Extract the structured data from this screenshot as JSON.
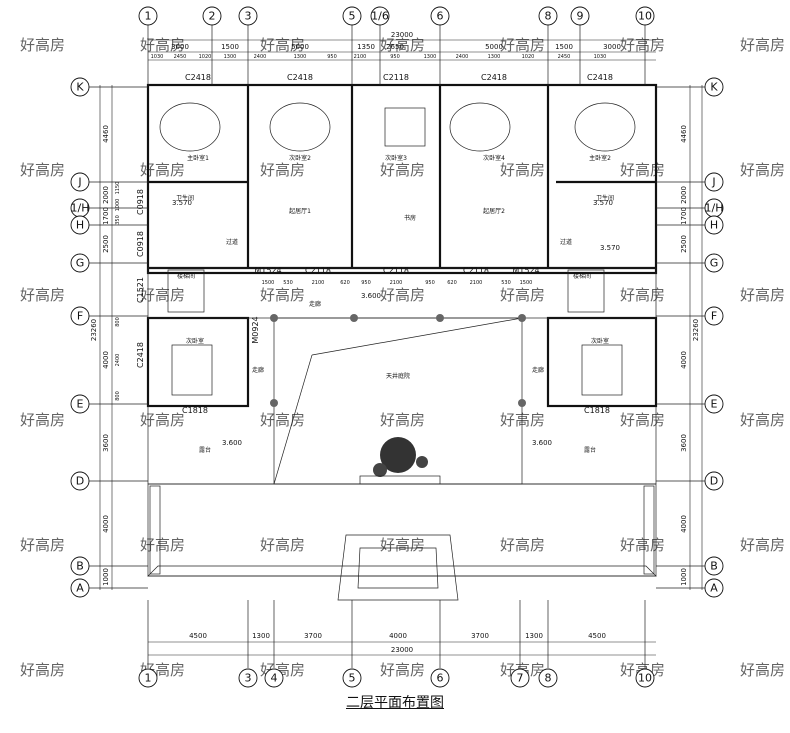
{
  "title": "二层平面布置图",
  "watermark": "好高房",
  "top_axes": [
    "1",
    "2",
    "3",
    "5",
    "1/6",
    "6",
    "8",
    "9",
    "10"
  ],
  "bottom_axes": [
    "1",
    "3",
    "4",
    "5",
    "6",
    "7",
    "8",
    "10"
  ],
  "left_axes": [
    "K",
    "J",
    "1/H",
    "H",
    "G",
    "F",
    "E",
    "D",
    "B",
    "A"
  ],
  "right_axes": [
    "K",
    "J",
    "1/H",
    "H",
    "G",
    "F",
    "E",
    "D",
    "B",
    "A"
  ],
  "top_total": "23000",
  "top_dims_1": [
    "3000",
    "1500",
    "5000",
    "1350",
    "2650",
    "5000",
    "1500",
    "3000"
  ],
  "top_dims_2": [
    "1030",
    "2450",
    "1020",
    "1300",
    "2400",
    "1300",
    "950",
    "2100",
    "950",
    "1300",
    "2400",
    "1300",
    "1020",
    "2450",
    "1030"
  ],
  "bottom_dims": [
    "4500",
    "1300",
    "3700",
    "4000",
    "3700",
    "1300",
    "4500"
  ],
  "bottom_total": "23000",
  "left_dims": [
    "4460",
    "2000",
    "1700",
    "2500",
    "4000",
    "3600",
    "4000",
    "1000"
  ],
  "left_total": "23260",
  "right_dims": [
    "4460",
    "2000",
    "1700",
    "2500",
    "4000",
    "3600",
    "4000",
    "1000"
  ],
  "right_total": "23260",
  "left_small_dims": [
    "1150",
    "1000",
    "350",
    "800",
    "2400",
    "800"
  ],
  "window_labels": {
    "top": [
      "C2418",
      "C2418",
      "C2118",
      "C2418",
      "C2418"
    ],
    "row_g": [
      "M1524",
      "C2118",
      "C2118",
      "C2118",
      "M1524"
    ],
    "side": [
      "C0918",
      "C0918",
      "C1521",
      "C2418",
      "M0924"
    ],
    "bottom": [
      "C1818",
      "C1818"
    ],
    "row_g_dims": [
      "1500",
      "530",
      "2100",
      "620",
      "950",
      "2100",
      "950",
      "620",
      "2100",
      "530",
      "1500"
    ]
  },
  "room_labels": [
    "主卧室1",
    "次卧室2",
    "次卧室3",
    "次卧室4",
    "主卧室2",
    "起居厅1",
    "起居厅2",
    "书房",
    "卫生间",
    "卫生间",
    "过道",
    "过道",
    "楼梯间",
    "楼梯间",
    "走廊",
    "次卧室",
    "次卧室",
    "走廊",
    "走廊",
    "天井庭院",
    "露台",
    "露台"
  ],
  "elevations": [
    "3.570",
    "3.570",
    "3.570",
    "3.600",
    "3.600",
    "3.600"
  ]
}
